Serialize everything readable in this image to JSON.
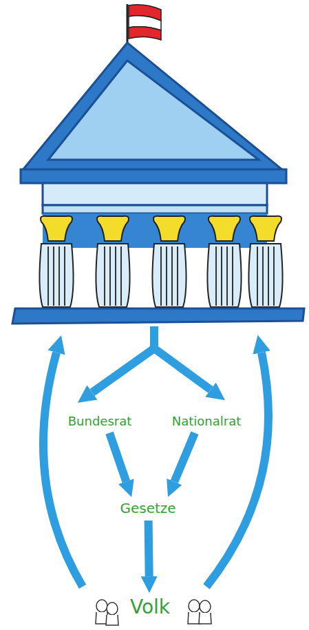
{
  "diagram": {
    "nodes": [
      {
        "text": [
          "Bundesrat"
        ]
      },
      {
        "text": [
          "Nationalrat"
        ]
      },
      {
        "text": [
          "Gesetze"
        ]
      },
      {
        "text": [
          "Volk"
        ]
      }
    ],
    "edges": [
      {
        "from": 0,
        "to": 2,
        "arrow": "to"
      },
      {
        "from": 1,
        "to": 2,
        "arrow": "to"
      },
      {
        "from": 2,
        "to": 3,
        "arrow": "to"
      }
    ]
  }
}
